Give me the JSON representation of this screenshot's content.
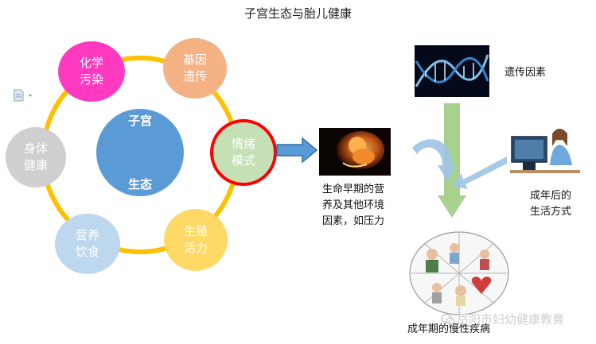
{
  "title": "子宫生态与胎儿健康",
  "center_node": {
    "label": "子宫\n\n生态",
    "color": "#5b9bd5"
  },
  "ring_color": "#ffc000",
  "nodes": [
    {
      "id": "chemical",
      "label": "化学\n污染",
      "color": "#ff3ac0"
    },
    {
      "id": "gene",
      "label": "基因\n遗传",
      "color": "#f4b183"
    },
    {
      "id": "emotion",
      "label": "情绪\n模式",
      "color": "#c5e0b4",
      "border": "#ff0000"
    },
    {
      "id": "reproductive",
      "label": "生殖\n活力",
      "color": "#ffd966"
    },
    {
      "id": "nutrition",
      "label": "营养\n饮食",
      "color": "#bdd7ee"
    },
    {
      "id": "body",
      "label": "身体\n健康",
      "color": "#d0cece"
    }
  ],
  "captions": {
    "early_life": "生命早期的营\n养及其他环境\n因素，如压力",
    "genetic": "遗传因素",
    "lifestyle": "成年后的\n生活方式",
    "chronic": "成年期的慢性疾病"
  },
  "icons": {
    "document": "document-icon",
    "dna": "dna-icon",
    "fetus": "fetus-icon",
    "woman": "woman-at-computer-icon",
    "disease": "disease-illustration-icon"
  },
  "watermark": "岳阳市妇幼健康教育"
}
